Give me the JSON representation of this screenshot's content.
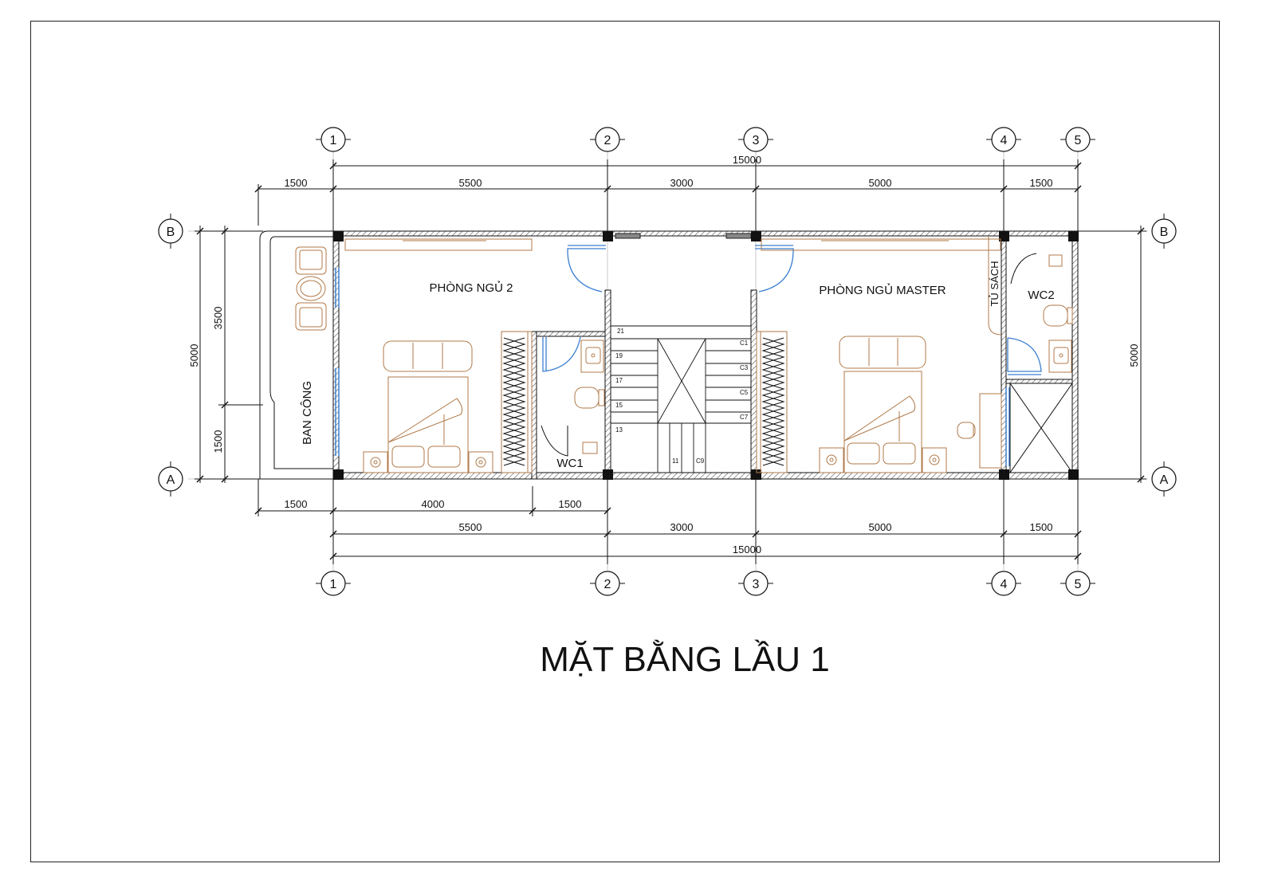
{
  "title": "MẶT BẰNG LẦU 1",
  "grid": {
    "columns": [
      "1",
      "2",
      "3",
      "4",
      "5"
    ],
    "rows": [
      "B",
      "A"
    ]
  },
  "dimensions": {
    "top_total": "15000",
    "top": [
      "1500",
      "5500",
      "3000",
      "5000",
      "1500"
    ],
    "bottom_detail": [
      "1500",
      "4000",
      "1500"
    ],
    "bottom": [
      "5500",
      "3000",
      "5000",
      "1500"
    ],
    "bottom_total": "15000",
    "left_overall": "5000",
    "left_split": [
      "3500",
      "1500"
    ],
    "right_overall": "5000"
  },
  "rooms": {
    "bedroom2": "PHÒNG NGỦ 2",
    "master": "PHÒNG NGỦ MASTER",
    "balcony": "BAN CÔNG",
    "wc1": "WC1",
    "wc2": "WC2",
    "bookshelf": "TỦ SÁCH"
  },
  "stair_numbers": {
    "left": [
      "21",
      "19",
      "17",
      "15",
      "13"
    ],
    "right": [
      "C1",
      "C3",
      "C5",
      "C7"
    ],
    "bottom": [
      "11",
      "C9"
    ]
  },
  "colors": {
    "line": "#111111",
    "wall_fill": "#7a7a7a",
    "furniture": "#b07a4a",
    "door": "#3b7fd0"
  }
}
